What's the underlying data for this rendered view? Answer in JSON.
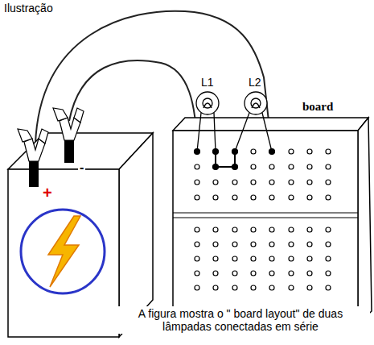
{
  "diagram": {
    "title": "Ilustração",
    "caption": "A figura mostra o \" board layout\" de duas lâmpadas conectadas em série",
    "labels": [
      "L1",
      "L2",
      "board",
      "+",
      "-"
    ]
  }
}
